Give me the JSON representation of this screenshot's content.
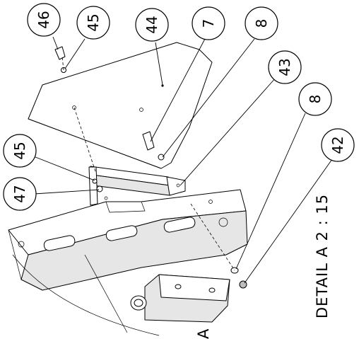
{
  "detail": {
    "caption": "DETAIL A  2 : 15",
    "view_label": "A"
  },
  "balloons": [
    {
      "id": "b46",
      "label": "46"
    },
    {
      "id": "b45a",
      "label": "45"
    },
    {
      "id": "b44",
      "label": "44"
    },
    {
      "id": "b7",
      "label": "7"
    },
    {
      "id": "b8a",
      "label": "8"
    },
    {
      "id": "b43",
      "label": "43"
    },
    {
      "id": "b45b",
      "label": "45"
    },
    {
      "id": "b47",
      "label": "47"
    },
    {
      "id": "b8b",
      "label": "8"
    },
    {
      "id": "b42",
      "label": "42"
    }
  ]
}
